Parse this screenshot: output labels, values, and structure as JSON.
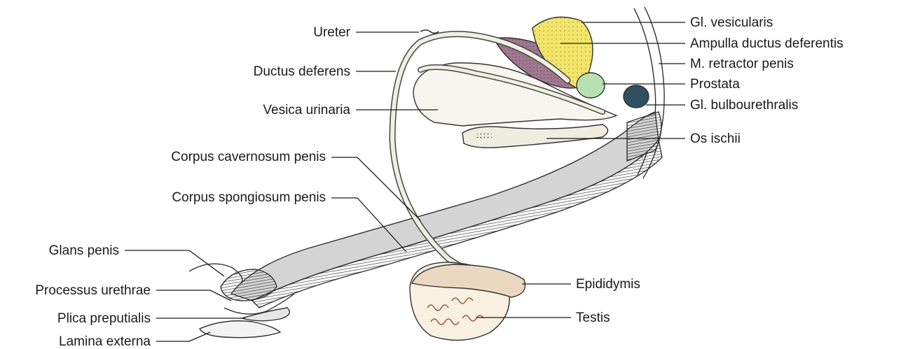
{
  "labels": {
    "ureter": "Ureter",
    "ductus_deferens": "Ductus deferens",
    "vesica_urinaria": "Vesica urinaria",
    "corpus_cavernosum": "Corpus cavernosum penis",
    "corpus_spongiosum": "Corpus spongiosum penis",
    "glans_penis": "Glans penis",
    "processus_urethrae": "Processus urethrae",
    "plica_preputialis": "Plica preputialis",
    "lamina_externa": "Lamina externa",
    "gl_vesicularis": "Gl. vesicularis",
    "ampulla": "Ampulla ductus deferentis",
    "retractor": "M. retractor penis",
    "prostata": "Prostata",
    "bulbourethralis": "Gl. bulbourethralis",
    "os_ischii": "Os ischii",
    "epididymis": "Epididymis",
    "testis": "Testis"
  },
  "colors": {
    "vesicularis": "#f2e66a",
    "ampulla": "#a07890",
    "prostata": "#b8e0b0",
    "bulbourethralis": "#2e5060",
    "penis_body": "#d4d4d4",
    "ductus": "#efefe2",
    "testis": "#f8f0e0",
    "epididymis": "#ead8c0",
    "bone": "#eeeee0"
  }
}
